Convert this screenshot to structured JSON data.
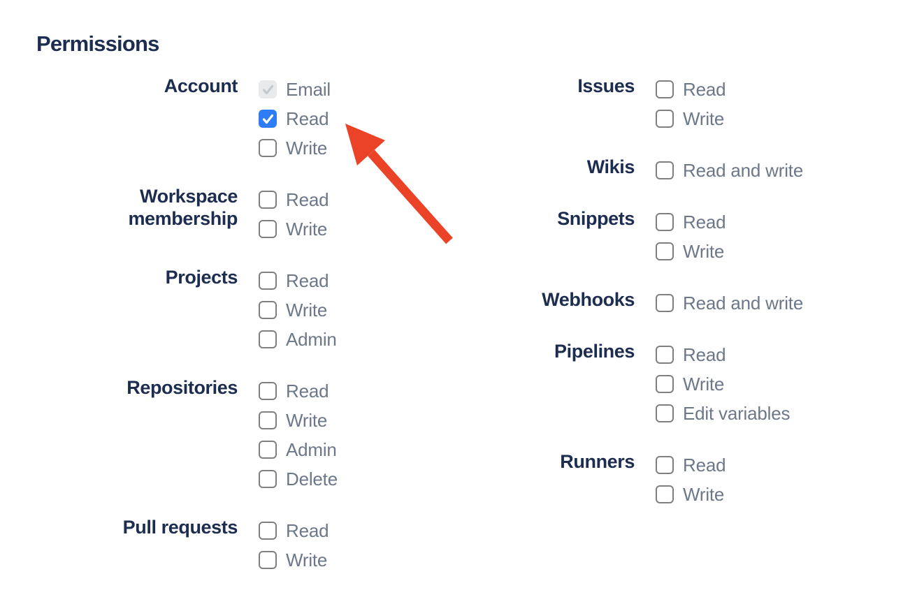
{
  "heading": "Permissions",
  "colors": {
    "group_label_text": "#1D2D50",
    "option_label_text": "#6C7889",
    "checkbox_border": "#7F7F7F",
    "checkbox_checked_bg": "#2F7DF6",
    "checkbox_checkmark": "#FFFFFF",
    "checkbox_disabled_bg": "#E9EAEC",
    "checkbox_disabled_checkmark": "#C3C8D1",
    "arrow": "#EA4327"
  },
  "columns": [
    {
      "groups": [
        {
          "label": "Account",
          "options": [
            {
              "label": "Email",
              "state": "checked-disabled"
            },
            {
              "label": "Read",
              "state": "checked"
            },
            {
              "label": "Write",
              "state": "unchecked"
            }
          ]
        },
        {
          "label": "Workspace membership",
          "options": [
            {
              "label": "Read",
              "state": "unchecked"
            },
            {
              "label": "Write",
              "state": "unchecked"
            }
          ]
        },
        {
          "label": "Projects",
          "options": [
            {
              "label": "Read",
              "state": "unchecked"
            },
            {
              "label": "Write",
              "state": "unchecked"
            },
            {
              "label": "Admin",
              "state": "unchecked"
            }
          ]
        },
        {
          "label": "Repositories",
          "options": [
            {
              "label": "Read",
              "state": "unchecked"
            },
            {
              "label": "Write",
              "state": "unchecked"
            },
            {
              "label": "Admin",
              "state": "unchecked"
            },
            {
              "label": "Delete",
              "state": "unchecked"
            }
          ]
        },
        {
          "label": "Pull requests",
          "options": [
            {
              "label": "Read",
              "state": "unchecked"
            },
            {
              "label": "Write",
              "state": "unchecked"
            }
          ]
        }
      ]
    },
    {
      "groups": [
        {
          "label": "Issues",
          "options": [
            {
              "label": "Read",
              "state": "unchecked"
            },
            {
              "label": "Write",
              "state": "unchecked"
            }
          ]
        },
        {
          "label": "Wikis",
          "options": [
            {
              "label": "Read and write",
              "state": "unchecked"
            }
          ]
        },
        {
          "label": "Snippets",
          "options": [
            {
              "label": "Read",
              "state": "unchecked"
            },
            {
              "label": "Write",
              "state": "unchecked"
            }
          ]
        },
        {
          "label": "Webhooks",
          "options": [
            {
              "label": "Read and write",
              "state": "unchecked"
            }
          ]
        },
        {
          "label": "Pipelines",
          "options": [
            {
              "label": "Read",
              "state": "unchecked"
            },
            {
              "label": "Write",
              "state": "unchecked"
            },
            {
              "label": "Edit variables",
              "state": "unchecked"
            }
          ]
        },
        {
          "label": "Runners",
          "options": [
            {
              "label": "Read",
              "state": "unchecked"
            },
            {
              "label": "Write",
              "state": "unchecked"
            }
          ]
        }
      ]
    }
  ],
  "annotation": {
    "type": "arrow",
    "points_at": "Account Read checkbox"
  }
}
